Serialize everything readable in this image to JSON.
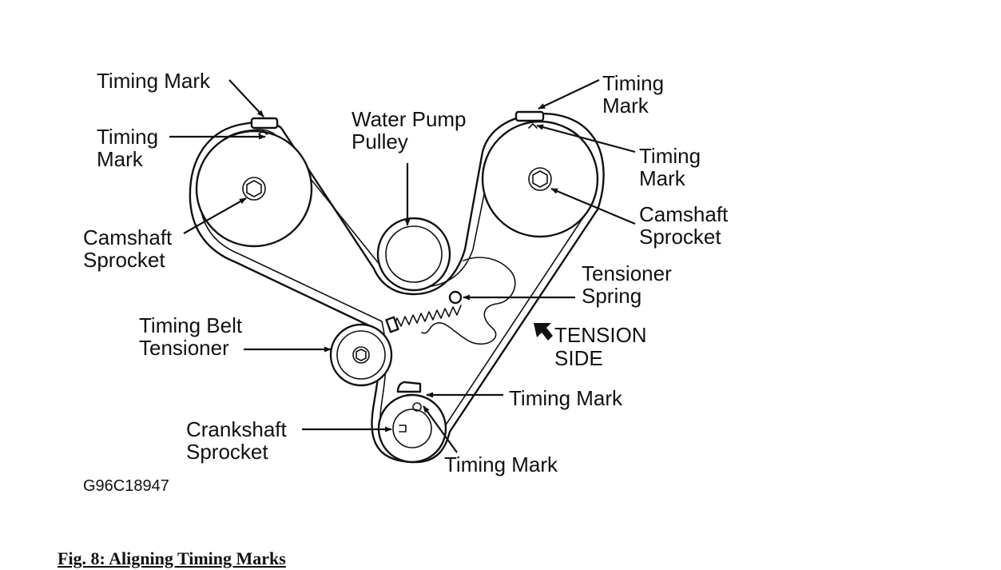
{
  "labels": {
    "timing_mark_top_left": "Timing Mark",
    "timing_mark_left_line1": "Timing",
    "timing_mark_left_line2": "Mark",
    "water_pump_line1": "Water Pump",
    "water_pump_line2": "Pulley",
    "timing_mark_top_right_line1": "Timing",
    "timing_mark_top_right_line2": "Mark",
    "timing_mark_right_line1": "Timing",
    "timing_mark_right_line2": "Mark",
    "camshaft_left_line1": "Camshaft",
    "camshaft_left_line2": "Sprocket",
    "camshaft_right_line1": "Camshaft",
    "camshaft_right_line2": "Sprocket",
    "tensioner_spring_line1": "Tensioner",
    "tensioner_spring_line2": "Spring",
    "tension_side_line1": "TENSION",
    "tension_side_line2": "SIDE",
    "belt_tensioner_line1": "Timing Belt",
    "belt_tensioner_line2": "Tensioner",
    "timing_mark_crank_upper": "Timing Mark",
    "timing_mark_crank_lower": "Timing Mark",
    "crankshaft_line1": "Crankshaft",
    "crankshaft_line2": "Sprocket",
    "figure_code": "G96C18947"
  },
  "caption": "Fig. 8: Aligning Timing Marks",
  "colors": {
    "ink": "#111111",
    "paper": "#ffffff"
  }
}
